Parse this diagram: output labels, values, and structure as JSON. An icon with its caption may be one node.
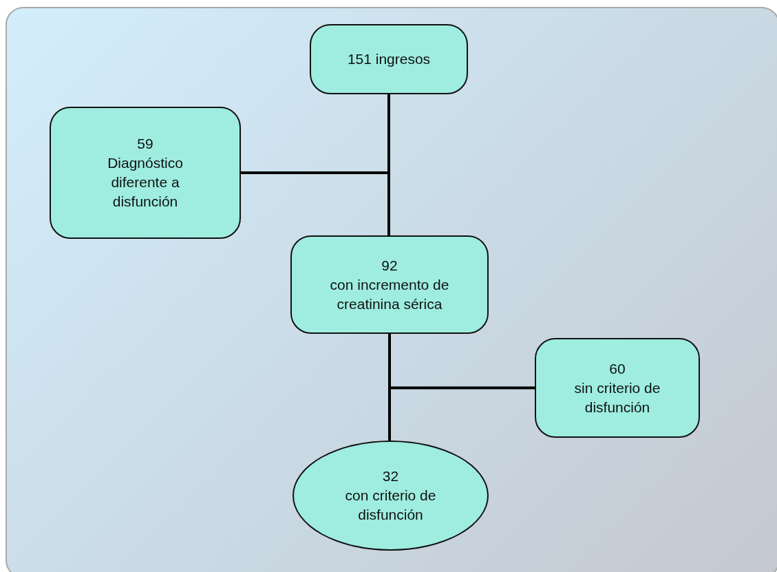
{
  "diagram": {
    "nodes": [
      {
        "text": [
          "151 ingresos"
        ]
      },
      {
        "text": [
          "59",
          "Diagnóstico diferente a disfunción"
        ]
      },
      {
        "text": [
          "92",
          "con incremento de creatinina sérica"
        ]
      },
      {
        "text": [
          "60",
          "sin criterio de disfunción"
        ]
      },
      {
        "text": [
          "32",
          "con criterio de disfunción"
        ]
      }
    ],
    "edges": [
      {
        "from": 0,
        "to": 2,
        "arrow": "none"
      },
      {
        "from": 0,
        "to": 1,
        "arrow": "none"
      },
      {
        "from": 2,
        "to": 4,
        "arrow": "none"
      },
      {
        "from": 2,
        "to": 3,
        "arrow": "none"
      }
    ]
  }
}
